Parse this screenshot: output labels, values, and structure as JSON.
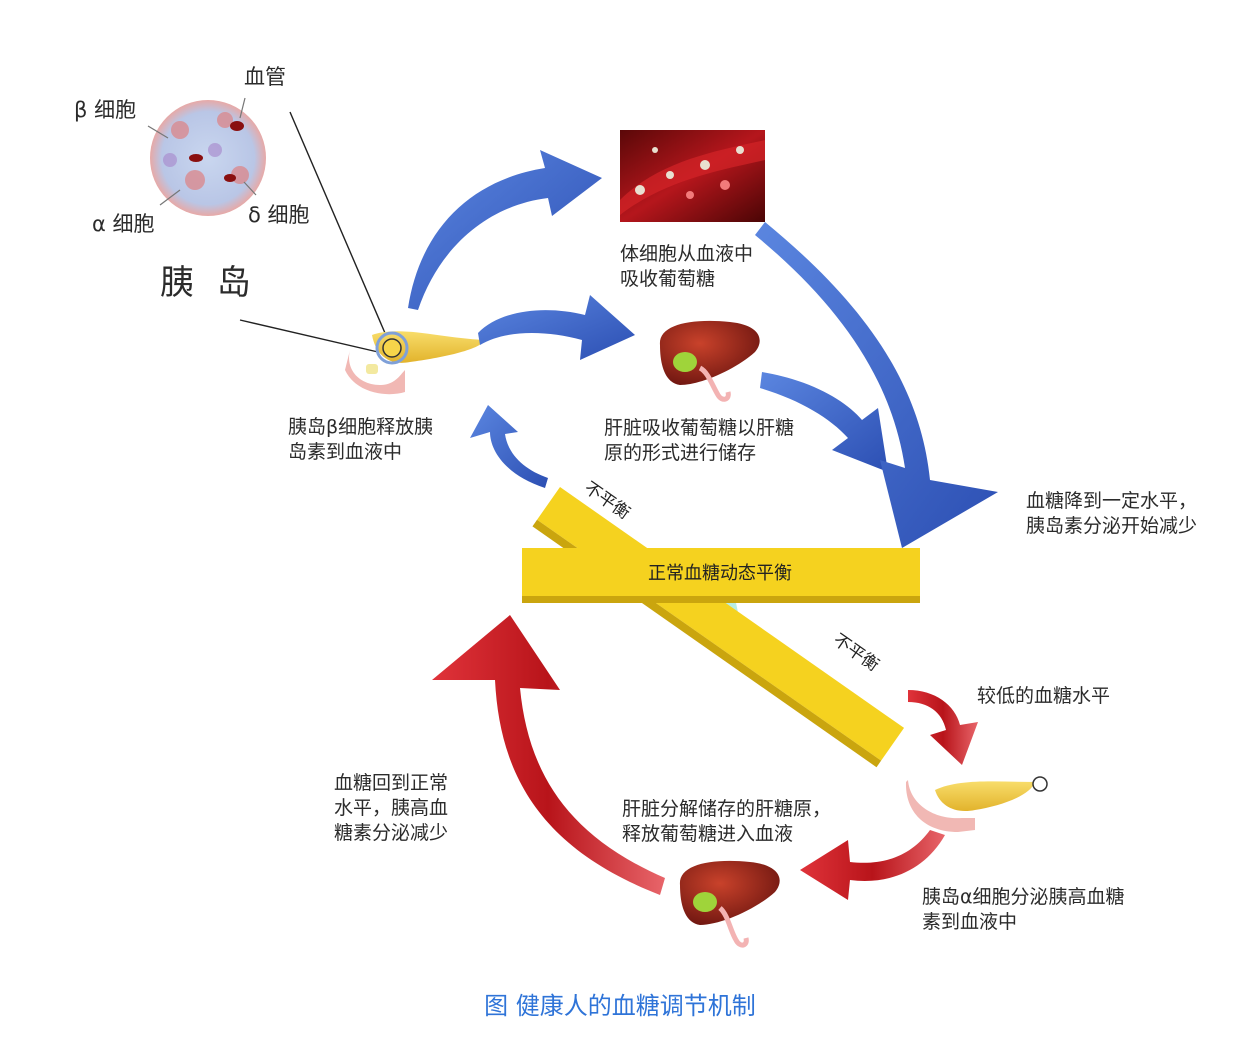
{
  "colors": {
    "blue_arrow": "#3c63c7",
    "red_arrow": "#c2141a",
    "balance_bar": "#f5d21f",
    "caption": "#2f74d8"
  },
  "islet": {
    "title": "胰 岛",
    "beta_label": "β 细胞",
    "vessel_label": "血管",
    "alpha_label": "α 细胞",
    "delta_label": "δ 细胞"
  },
  "nodes": {
    "blood_absorb": "体细胞从血液中\n吸收葡萄糖",
    "beta_release": "胰岛β细胞释放胰\n岛素到血液中",
    "liver_store": "肝脏吸收葡萄糖以肝糖\n原的形式进行储存",
    "glucose_drop": "血糖降到一定水平，\n胰岛素分泌开始减少",
    "low_glucose": "较低的血糖水平",
    "glucose_return": "血糖回到正常\n水平，胰高血\n糖素分泌减少",
    "liver_release": "肝脏分解储存的肝糖原，\n释放葡萄糖进入血液",
    "alpha_secrete": "胰岛α细胞分泌胰高血糖\n素到血液中"
  },
  "balance": {
    "main_label": "正常血糖动态平衡",
    "imbalance_top": "不平衡",
    "imbalance_bottom": "不平衡"
  },
  "caption": "图  健康人的血糖调节机制"
}
